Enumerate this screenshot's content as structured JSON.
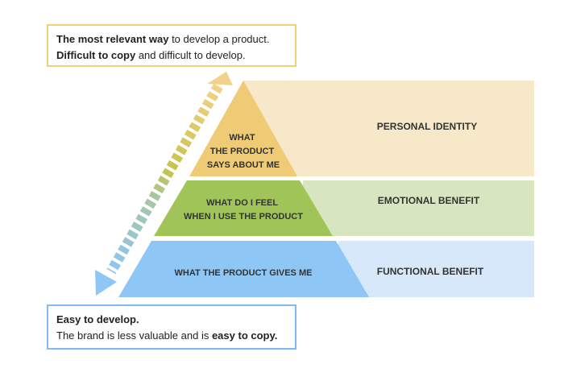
{
  "colors": {
    "top_band": "#f6e8c8",
    "top_tri": "#eecb74",
    "middle_band": "#d7e6be",
    "middle_tri": "#a1c458",
    "bottom_band": "#d6e8fa",
    "bottom_tri": "#8ec6f6",
    "callout_top_border": "#f0cf7a",
    "callout_bottom_border": "#7fbdf0"
  },
  "callout_top": {
    "line1_bold": "The most relevant way",
    "line1_rest": " to develop a product.",
    "line2_bold": "Difficult to copy",
    "line2_rest": " and difficult to develop."
  },
  "callout_bottom": {
    "line1_bold": "Easy to develop.",
    "line2_start": "The brand is less valuable and is ",
    "line2_bold": "easy to copy."
  },
  "levels": {
    "top": {
      "pyramid_lines": [
        "WHAT",
        "THE PRODUCT",
        "SAYS ABOUT ME"
      ],
      "benefit": "PERSONAL IDENTITY"
    },
    "middle": {
      "pyramid_lines": [
        "WHAT DO I FEEL",
        "WHEN I USE THE PRODUCT"
      ],
      "benefit": "EMOTIONAL BENEFIT"
    },
    "bottom": {
      "pyramid_lines": [
        "WHAT THE PRODUCT GIVES ME"
      ],
      "benefit": "FUNCTIONAL BENEFIT"
    }
  },
  "arrow": {
    "direction": "bidirectional",
    "gradient": [
      "#f2d28a",
      "#c8c24a",
      "#8ec6f6"
    ]
  }
}
